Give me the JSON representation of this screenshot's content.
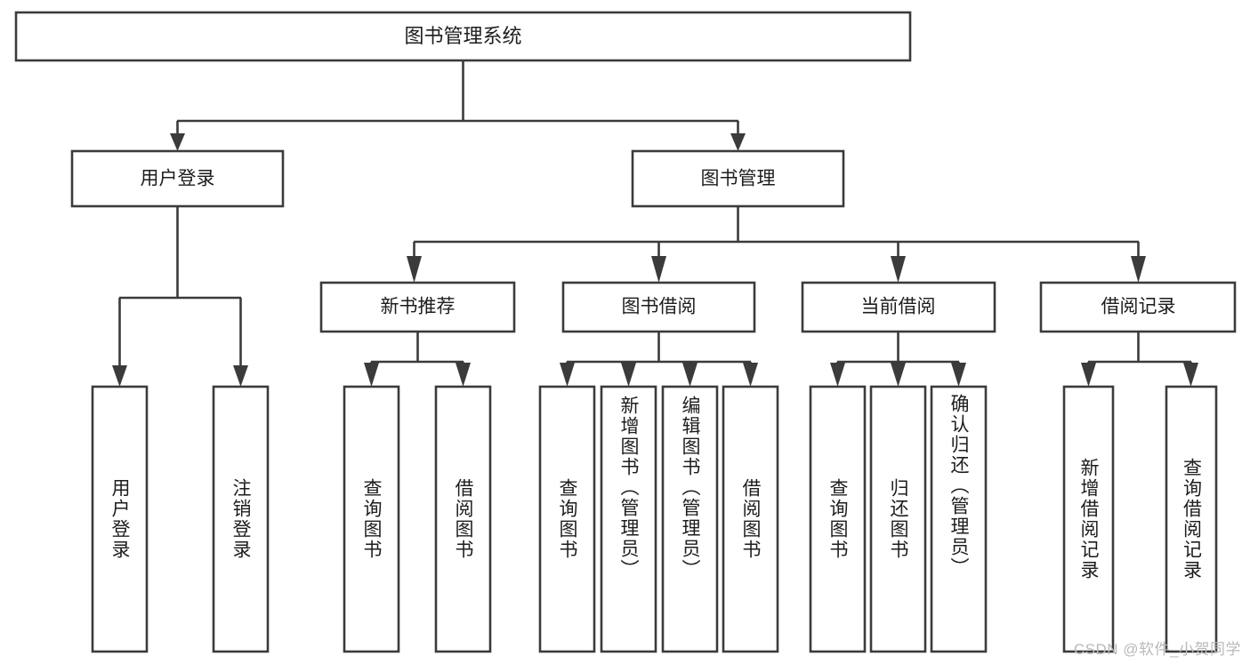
{
  "diagram": {
    "type": "tree",
    "title": "图书管理系统",
    "colors": {
      "box_fill": "#ffffff",
      "box_stroke": "#3b3b3b",
      "text": "#1d1d1d",
      "background": "#ffffff",
      "watermark": "#b9b9b9"
    },
    "root": {
      "label": "图书管理系统",
      "orientation": "horizontal"
    },
    "level2": [
      {
        "label": "用户登录",
        "orientation": "horizontal"
      },
      {
        "label": "图书管理",
        "orientation": "horizontal"
      }
    ],
    "level3": [
      {
        "label": "新书推荐",
        "orientation": "horizontal"
      },
      {
        "label": "图书借阅",
        "orientation": "horizontal"
      },
      {
        "label": "当前借阅",
        "orientation": "horizontal"
      },
      {
        "label": "借阅记录",
        "orientation": "horizontal"
      }
    ],
    "leaves": {
      "user_login": [
        {
          "label": "用户登录",
          "orientation": "vertical"
        },
        {
          "label": "注销登录",
          "orientation": "vertical"
        }
      ],
      "new_book_recommend": [
        {
          "label": "查询图书",
          "orientation": "vertical"
        },
        {
          "label": "借阅图书",
          "orientation": "vertical"
        }
      ],
      "book_borrow": [
        {
          "label": "查询图书",
          "orientation": "vertical"
        },
        {
          "label": "新增图书（管理员）",
          "orientation": "vertical"
        },
        {
          "label": "编辑图书（管理员）",
          "orientation": "vertical"
        },
        {
          "label": "借阅图书",
          "orientation": "vertical"
        }
      ],
      "current_borrow": [
        {
          "label": "查询图书",
          "orientation": "vertical"
        },
        {
          "label": "归还图书",
          "orientation": "vertical"
        },
        {
          "label": "确认归还（管理员）",
          "orientation": "vertical"
        }
      ],
      "borrow_record": [
        {
          "label": "新增借阅记录",
          "orientation": "vertical"
        },
        {
          "label": "查询借阅记录",
          "orientation": "vertical"
        }
      ]
    },
    "watermark": "CSDN @软件_小贺同学"
  }
}
